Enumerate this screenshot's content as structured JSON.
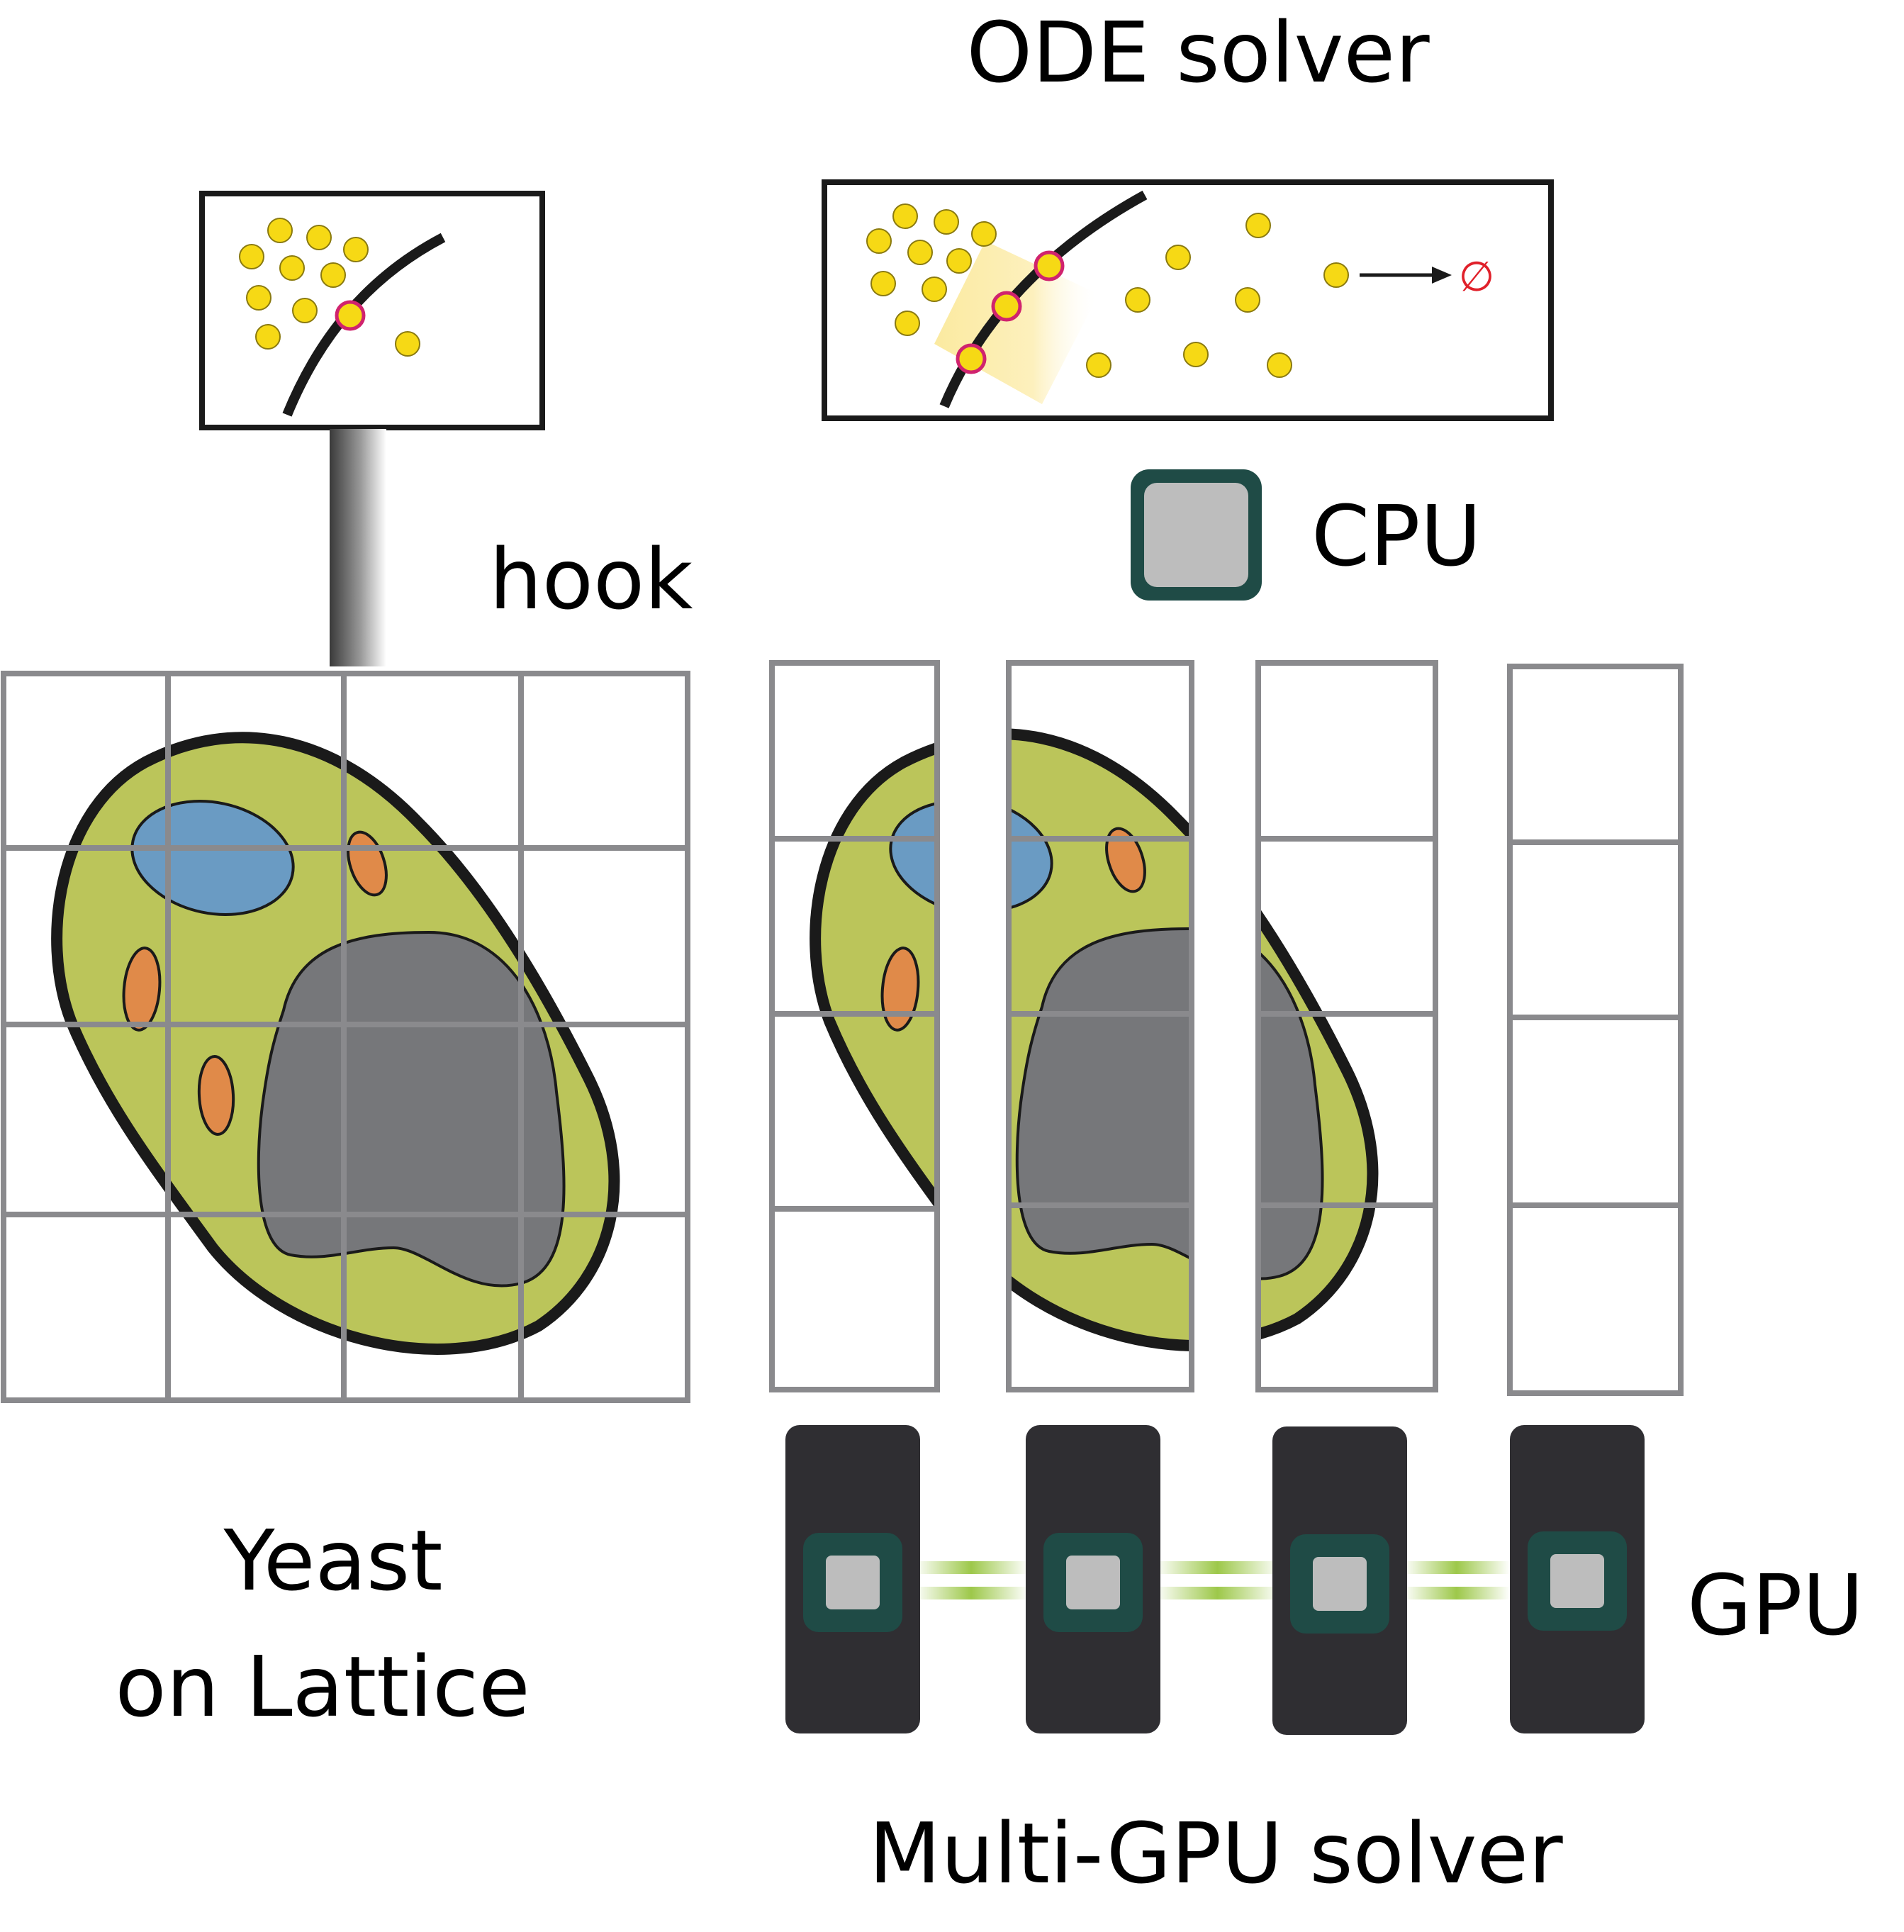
{
  "labels": {
    "ode_solver": "ODE solver",
    "hook": "hook",
    "cpu": "CPU",
    "gpu": "GPU",
    "yeast_line1": "Yeast",
    "yeast_line2": "on Lattice",
    "multi_gpu_solver": "Multi-GPU solver",
    "null_symbol": "∅"
  },
  "colors": {
    "cytoplasm": "#bbc55a",
    "cell_wall": "#1a1a1a",
    "nucleus": "#6a9bc3",
    "vacuole": "#76777a",
    "mitochondria": "#e08a49",
    "lattice": "#8a8a8d",
    "particle": "#f6d915",
    "binding_mark": "#d0236e",
    "gpu_body": "#2f2e32",
    "chip_border": "#1f4b46",
    "chip_core": "#bdbdbd",
    "interconnect": "#9dc84a",
    "degradation": "#e0202a"
  }
}
